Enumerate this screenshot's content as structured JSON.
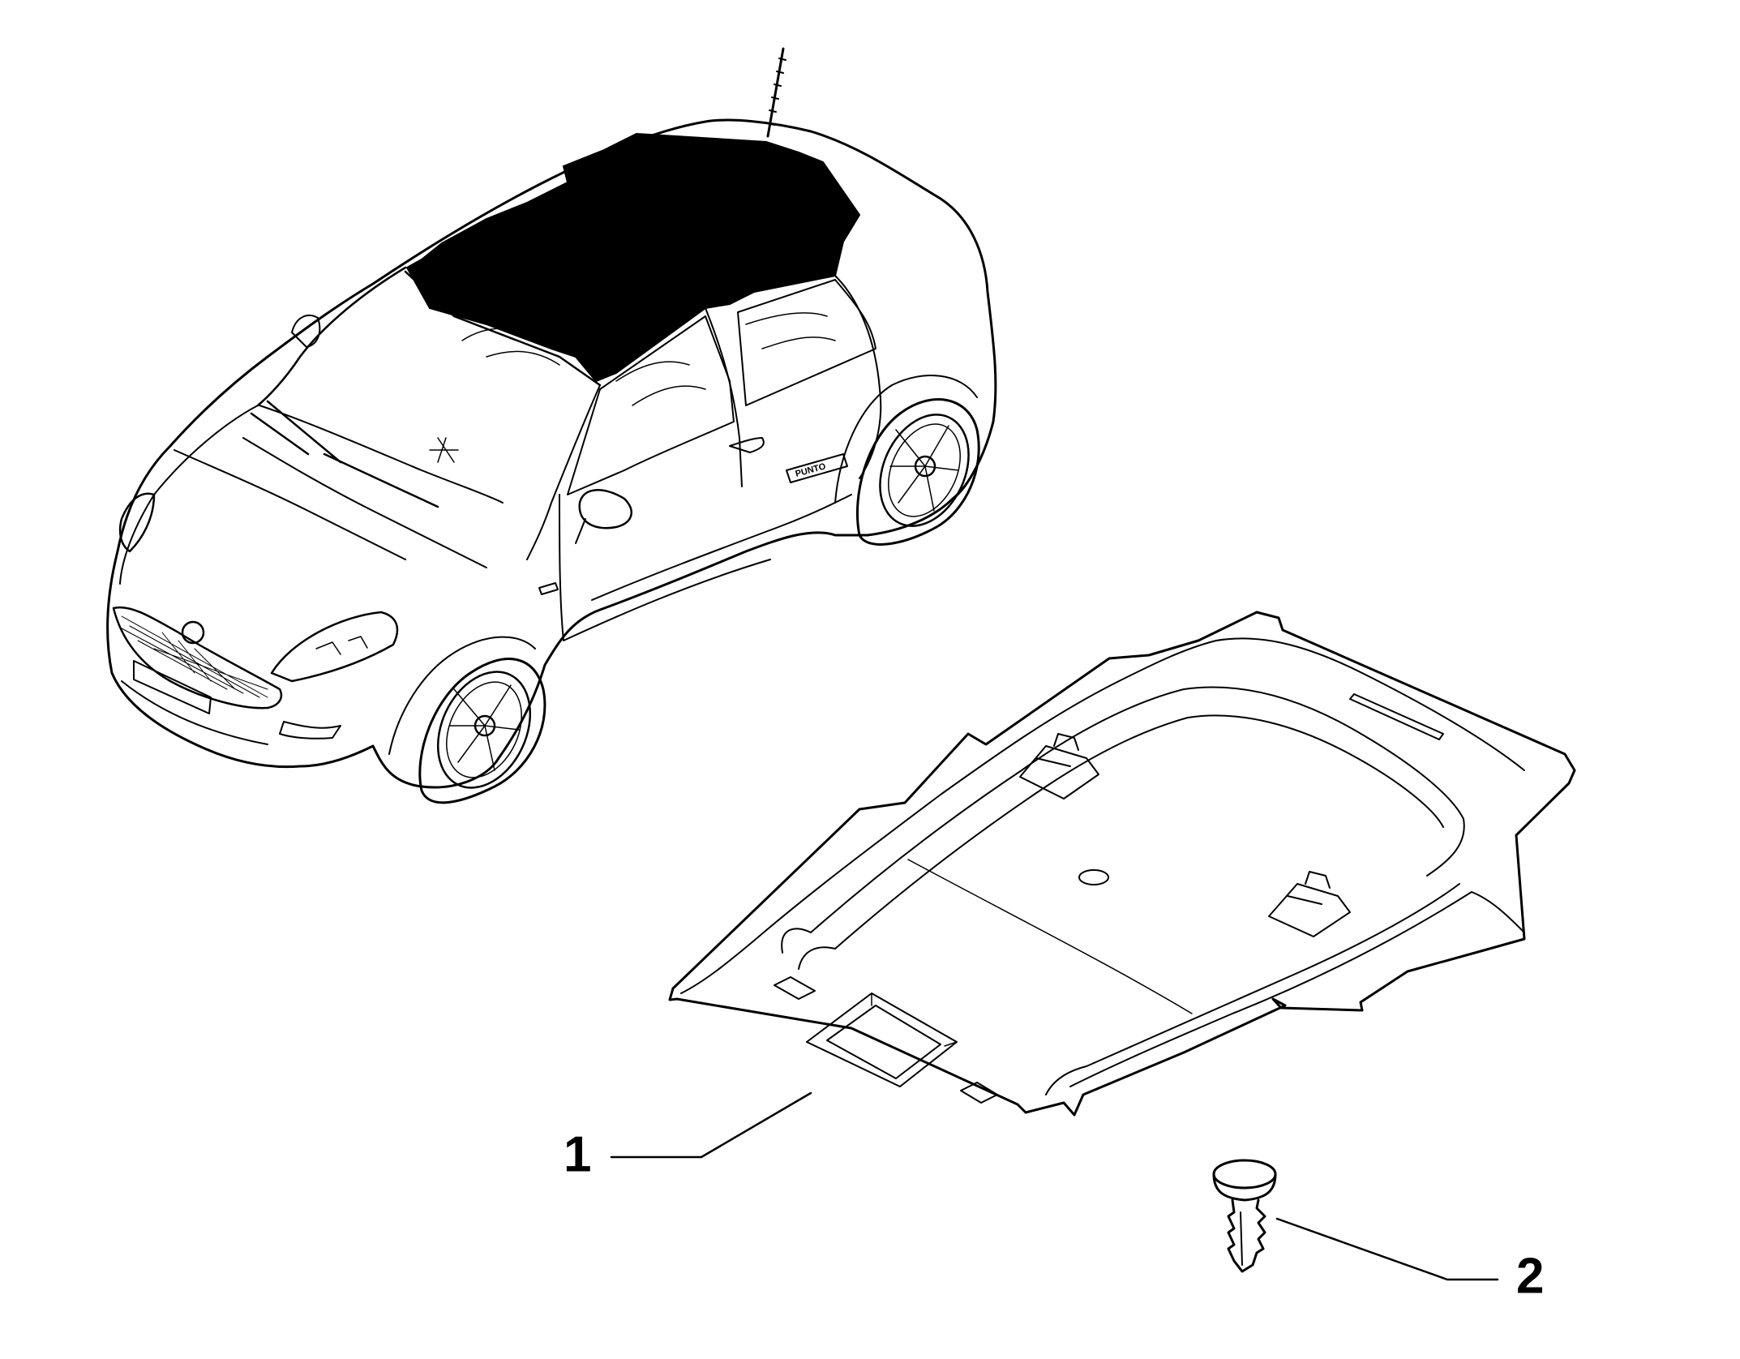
{
  "callouts": [
    {
      "number": "1",
      "part": "headliner-panel"
    },
    {
      "number": "2",
      "part": "push-clip-fastener"
    }
  ],
  "colors": {
    "ink": "#000000",
    "background": "#ffffff",
    "highlight": "#000000"
  },
  "vehicle_badge": "PUNTO"
}
